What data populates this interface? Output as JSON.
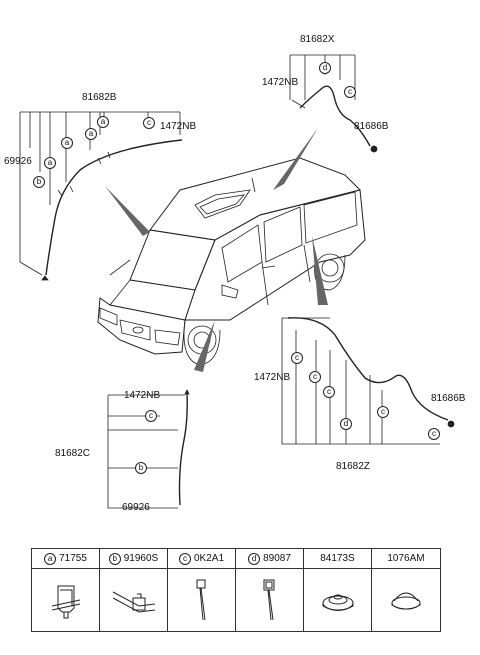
{
  "callouts": {
    "top_right_group": "81682X",
    "top_right_nb": "1472NB",
    "top_right_b": "81686B",
    "top_left_group": "81682B",
    "top_left_nb": "1472NB",
    "left_side": "69926",
    "bottom_left_nb": "1472NB",
    "bottom_left_group": "81682C",
    "bottom_left_end": "69926",
    "right_nb": "1472NB",
    "right_b": "81686B",
    "right_group": "81682Z"
  },
  "letters": {
    "a": "a",
    "b": "b",
    "c": "c",
    "d": "d"
  },
  "legend": [
    {
      "letter": "a",
      "part": "71755",
      "icon": "clip-a-icon"
    },
    {
      "letter": "b",
      "part": "91960S",
      "icon": "bracket-b-icon"
    },
    {
      "letter": "c",
      "part": "0K2A1",
      "icon": "cable-tie-c-icon"
    },
    {
      "letter": "d",
      "part": "89087",
      "icon": "cable-tie-d-icon"
    },
    {
      "letter": "",
      "part": "84173S",
      "icon": "grommet-icon"
    },
    {
      "letter": "",
      "part": "1076AM",
      "icon": "plug-icon"
    }
  ]
}
